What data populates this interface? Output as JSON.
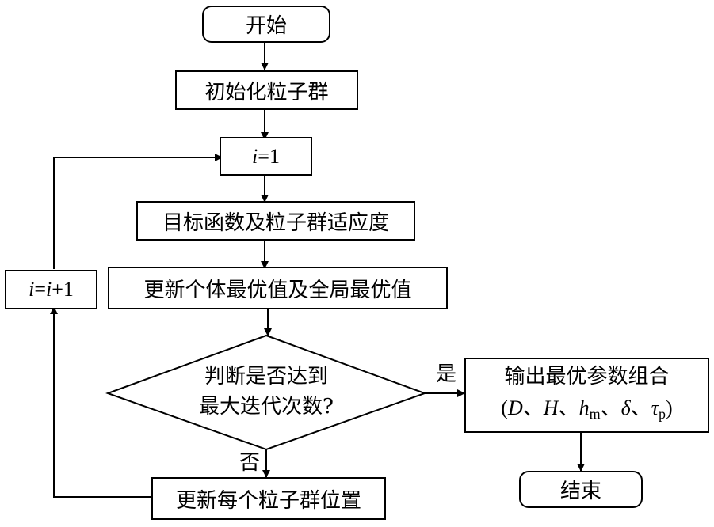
{
  "flowchart": {
    "start": "开始",
    "init_swarm": "初始化粒子群",
    "init_counter": {
      "var": "i",
      "eq": "=",
      "val": "1"
    },
    "objective": "目标函数及粒子群适应度",
    "update_best": "更新个体最优值及全局最优值",
    "decision": {
      "line1": "判断是否达到",
      "line2": "最大迭代次数?"
    },
    "yes_label": "是",
    "no_label": "否",
    "update_position": "更新每个粒子群位置",
    "increment": {
      "var": "i",
      "eq": "=",
      "var2": "i",
      "plus": "+1"
    },
    "output": {
      "line1": "输出最优参数组合",
      "open": "(",
      "p1": "D",
      "sep": "、",
      "p2": "H",
      "p3": "h",
      "p3_sub": "m",
      "p4": "δ",
      "p5": "τ",
      "p5_sub": "p",
      "close": ")"
    },
    "end": "结束"
  }
}
